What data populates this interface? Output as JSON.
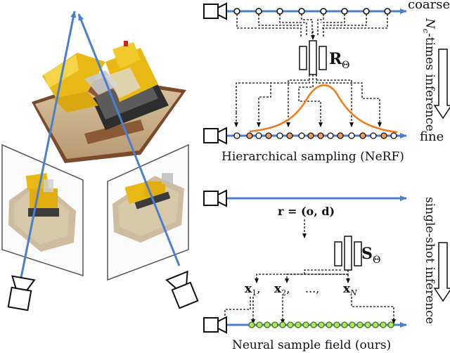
{
  "labels": {
    "coarse": "coarse",
    "fine": "fine",
    "r_theta": "R",
    "r_theta_sub": "Θ",
    "s_theta": "S",
    "s_theta_sub": "Θ",
    "nc_times": "N",
    "nc_times_sub": "c",
    "nc_times_rest": "-times inference",
    "hier_caption": "Hierarchical sampling (NeRF)",
    "ray_eq": "r = (o, d)",
    "x1": "x",
    "x1_sub": "1",
    "x2": "x",
    "x2_sub": "2",
    "x_dots": "...,",
    "xN": "x",
    "xN_sub": "N",
    "comma": ",",
    "single_shot": "single-shot inference",
    "nsf_caption": "Neural sample field (ours)"
  },
  "colors": {
    "ray": "#4a7fd0",
    "curve": "#f07a1a",
    "orange_point": "#f59a52",
    "green_point": "#b9e05a",
    "bulldozer": "#e8b915"
  }
}
